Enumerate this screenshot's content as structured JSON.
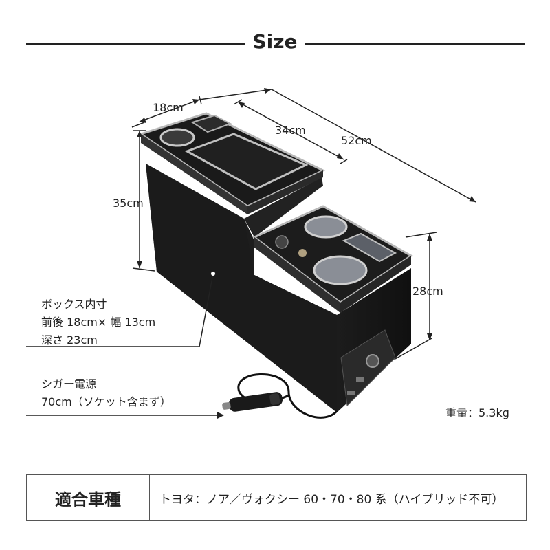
{
  "header": {
    "title": "Size"
  },
  "dimensions": {
    "width": "18cm",
    "inner_length": "34cm",
    "total_length": "52cm",
    "height_rear": "35cm",
    "height_front": "28cm"
  },
  "notes": {
    "box_inner": [
      "ボックス内寸",
      "前後 18cm× 幅 13cm",
      "深さ 23cm"
    ],
    "power": [
      "シガー電源",
      "70cm（ソケット含まず）"
    ]
  },
  "weight": "重量：5.3kg",
  "compatibility": {
    "label": "適合車種",
    "value": "トヨタ：ノア／ヴォクシー 60・70・80 系（ハイブリッド不可）"
  }
}
